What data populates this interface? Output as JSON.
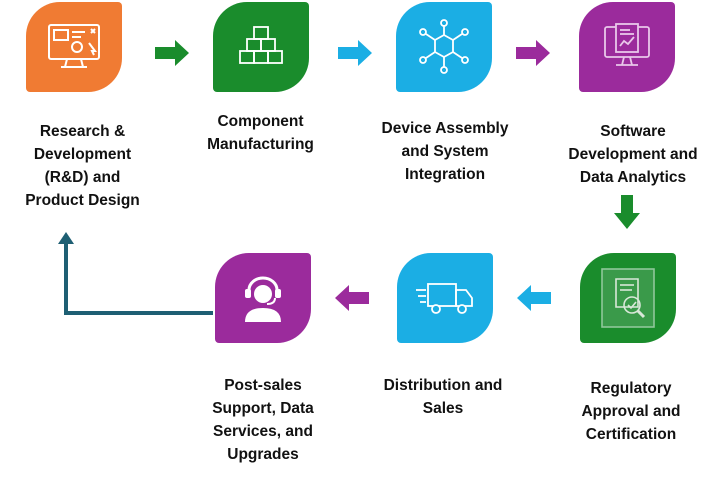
{
  "colors": {
    "orange": "#F07B33",
    "green": "#1A8C2C",
    "blue": "#1BAEE4",
    "purple": "#9B2B9C",
    "connector": "#1E5F73"
  },
  "steps": [
    {
      "label": "Research &\nDevelopment\n(R&D) and\nProduct Design",
      "icon": "computer-screen-icon"
    },
    {
      "label": "Component\nManufacturing",
      "icon": "stacked-boxes-icon"
    },
    {
      "label": "Device Assembly\nand System\nIntegration",
      "icon": "hexagon-network-icon"
    },
    {
      "label": "Software\nDevelopment and\nData Analytics",
      "icon": "monitor-report-icon"
    },
    {
      "label": "Regulatory\nApproval and\nCertification",
      "icon": "document-magnifier-icon"
    },
    {
      "label": "Distribution and\nSales",
      "icon": "delivery-truck-icon"
    },
    {
      "label": "Post-sales\nSupport, Data\nServices, and\nUpgrades",
      "icon": "support-agent-icon"
    }
  ]
}
